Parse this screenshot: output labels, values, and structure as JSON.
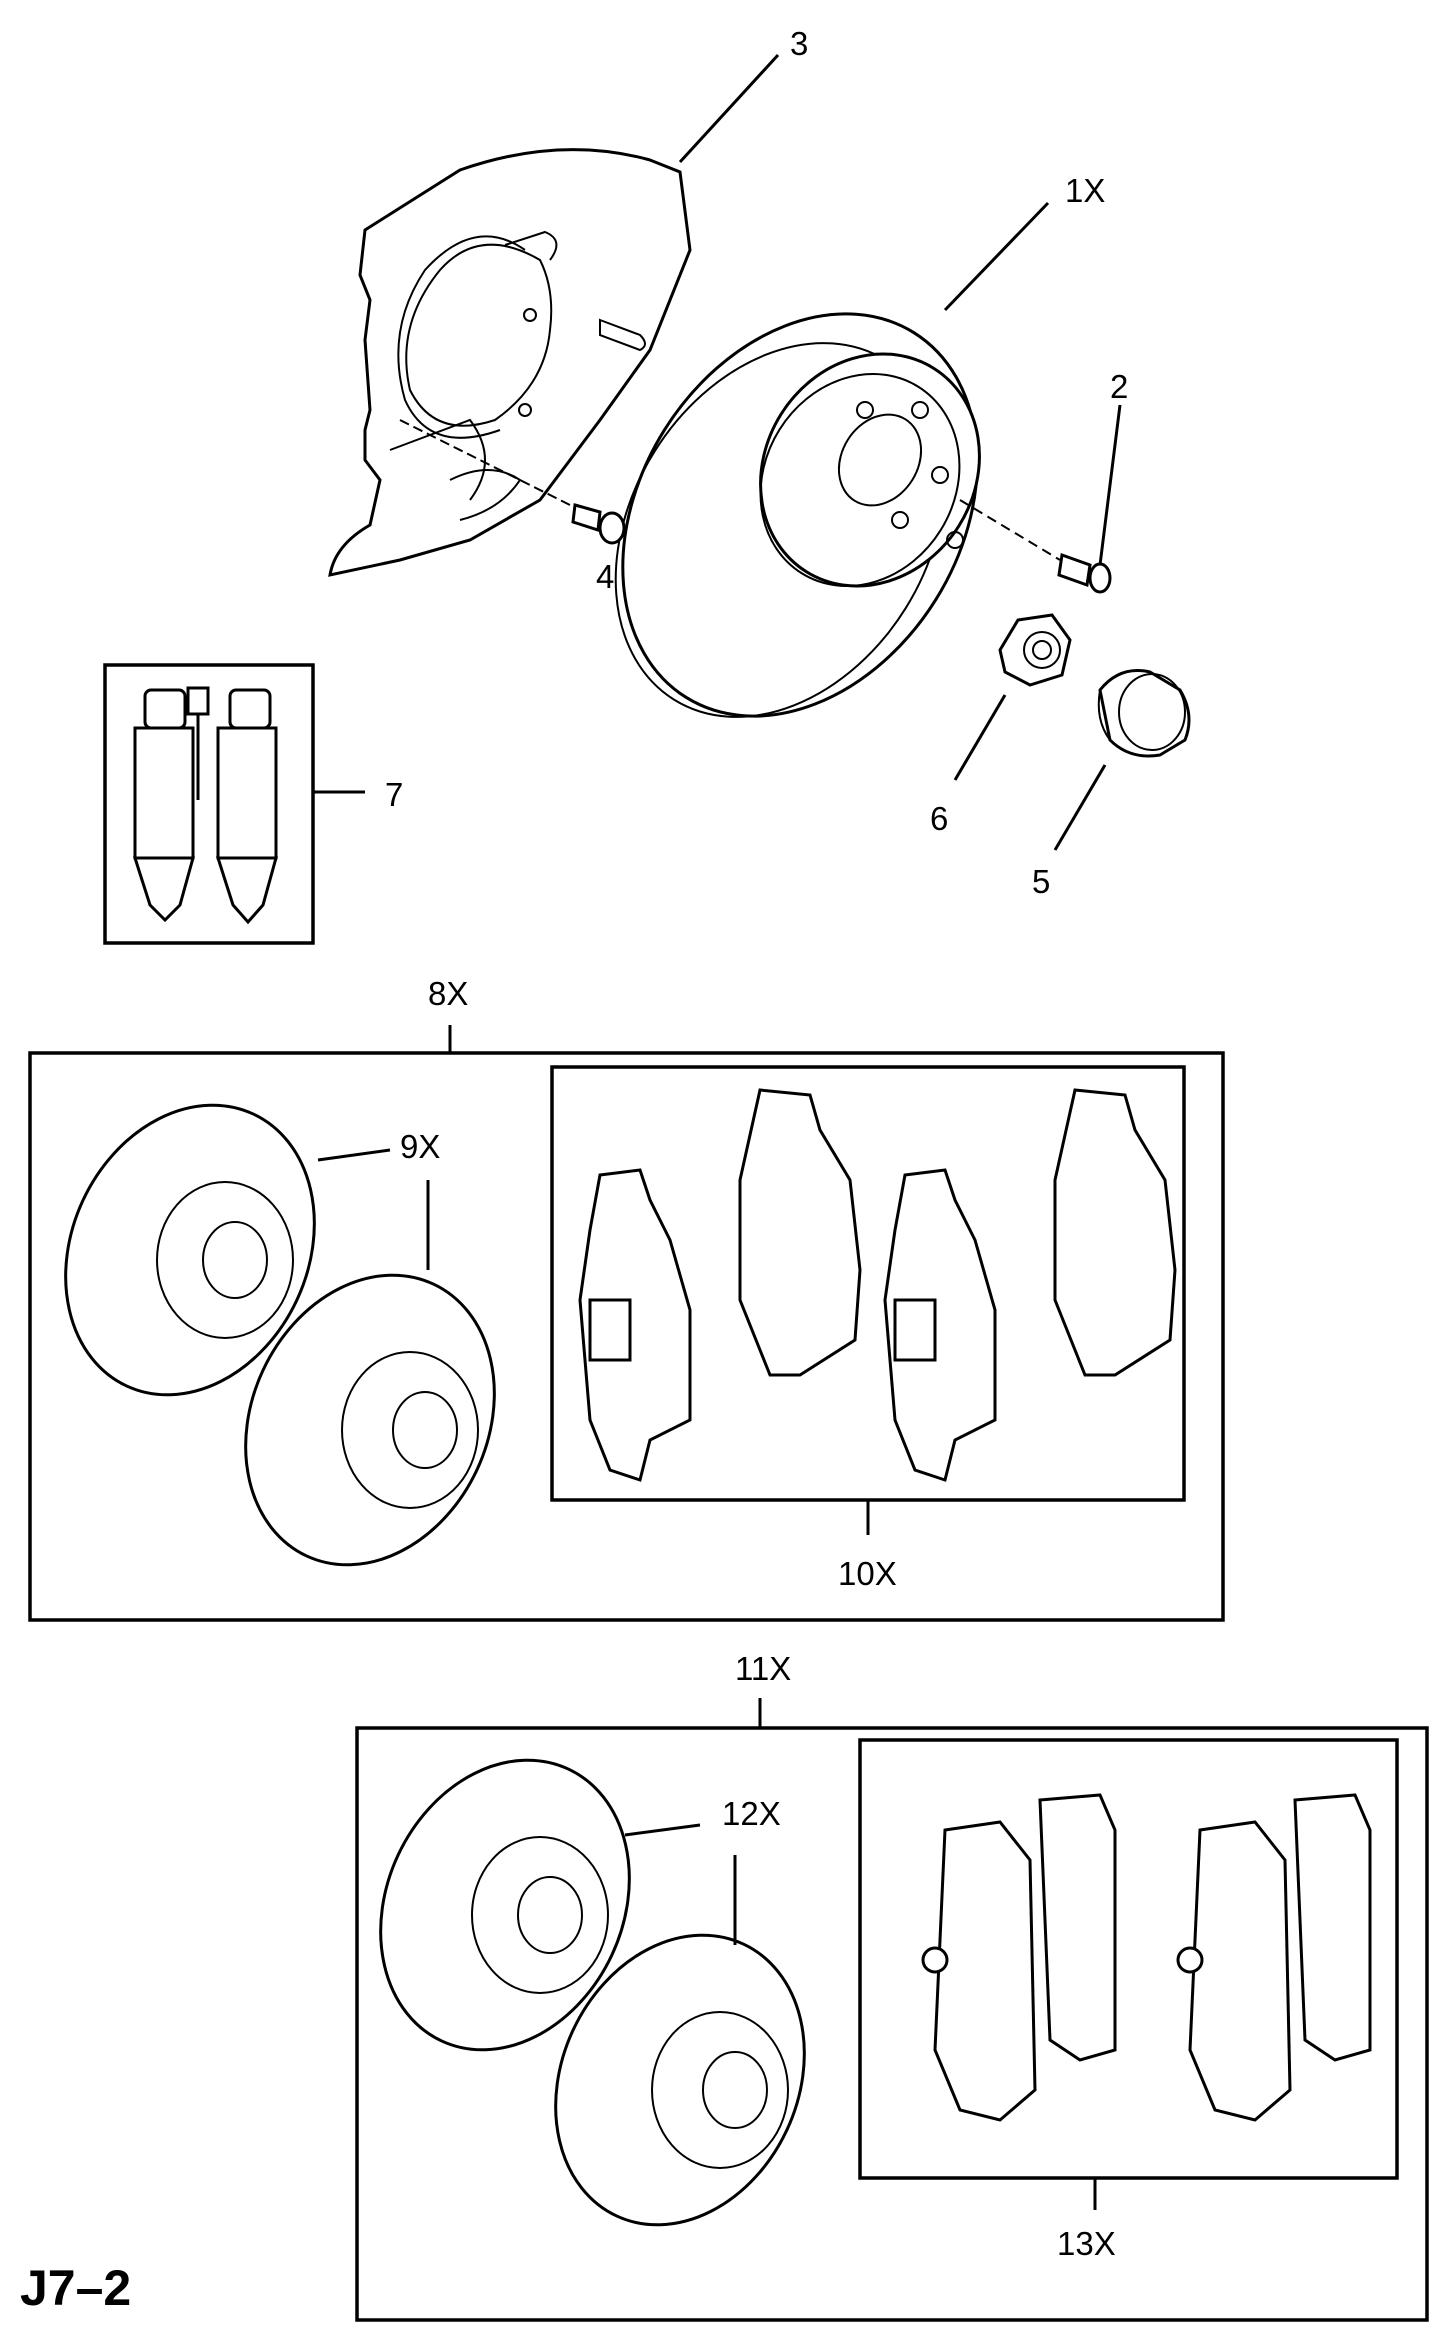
{
  "diagram": {
    "page_reference": "J7–2",
    "callouts": {
      "c3": "3",
      "c1x": "1X",
      "c2": "2",
      "c4": "4",
      "c6": "6",
      "c5": "5",
      "c7": "7",
      "c8x": "8X",
      "c9x": "9X",
      "c10x": "10X",
      "c11x": "11X",
      "c12x": "12X",
      "c13x": "13X"
    }
  }
}
